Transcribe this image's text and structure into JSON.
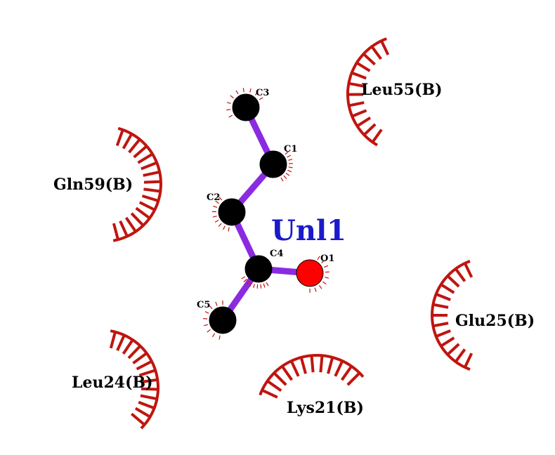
{
  "ligand": {
    "name": "Unl1",
    "name_color": "#1a1acc",
    "bond_color": "#8a2be2",
    "atoms": [
      {
        "id": "C3",
        "label": "C3",
        "element": "C",
        "color": "#000000"
      },
      {
        "id": "C1",
        "label": "C1",
        "element": "C",
        "color": "#000000"
      },
      {
        "id": "C2",
        "label": "C2",
        "element": "C",
        "color": "#000000"
      },
      {
        "id": "C4",
        "label": "C4",
        "element": "C",
        "color": "#000000"
      },
      {
        "id": "O1",
        "label": "O1",
        "element": "O",
        "color": "#ff0000"
      },
      {
        "id": "C5",
        "label": "C5",
        "element": "C",
        "color": "#000000"
      }
    ],
    "bonds": [
      [
        "C3",
        "C1"
      ],
      [
        "C1",
        "C2"
      ],
      [
        "C2",
        "C4"
      ],
      [
        "C4",
        "O1"
      ],
      [
        "C4",
        "C5"
      ]
    ]
  },
  "residues": [
    {
      "id": "leu55",
      "label": "Leu55(B)"
    },
    {
      "id": "gln59",
      "label": "Gln59(B)"
    },
    {
      "id": "glu25",
      "label": "Glu25(B)"
    },
    {
      "id": "leu24",
      "label": "Leu24(B)"
    },
    {
      "id": "lys21",
      "label": "Lys21(B)"
    }
  ],
  "colors": {
    "hydrophobic_arc": "#c0150f",
    "hydrophobic_spoke_on_atom": "#c0150f"
  }
}
